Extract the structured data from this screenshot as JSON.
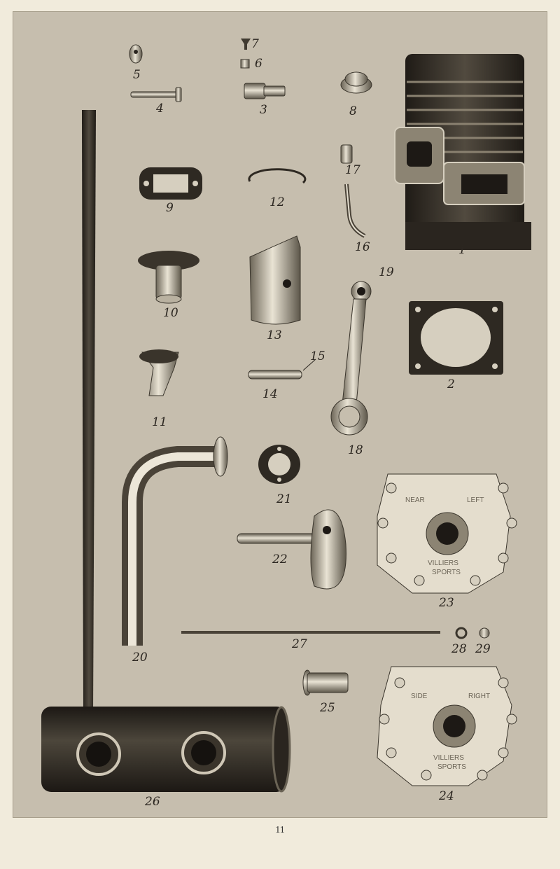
{
  "page_number": "11",
  "labels": {
    "p1": "1",
    "p2": "2",
    "p3": "3",
    "p4": "4",
    "p5": "5",
    "p6": "6",
    "p7": "7",
    "p8": "8",
    "p9": "9",
    "p10": "10",
    "p11": "11",
    "p12": "12",
    "p13": "13",
    "p14": "14",
    "p15": "15",
    "p16": "16",
    "p17": "17",
    "p18": "18",
    "p19": "19",
    "p20": "20",
    "p21": "21",
    "p22": "22",
    "p23": "23",
    "p24": "24",
    "p25": "25",
    "p26": "26",
    "p27": "27",
    "p28": "28",
    "p29": "29"
  },
  "cover_text": {
    "c23_left": "NEAR",
    "c23_right": "LEFT",
    "c23_brand": "VILLIERS",
    "c23_sub": "SPORTS",
    "c24_left": "SIDE",
    "c24_right": "RIGHT",
    "c24_brand": "VILLIERS",
    "c24_sub": "SPORTS"
  }
}
